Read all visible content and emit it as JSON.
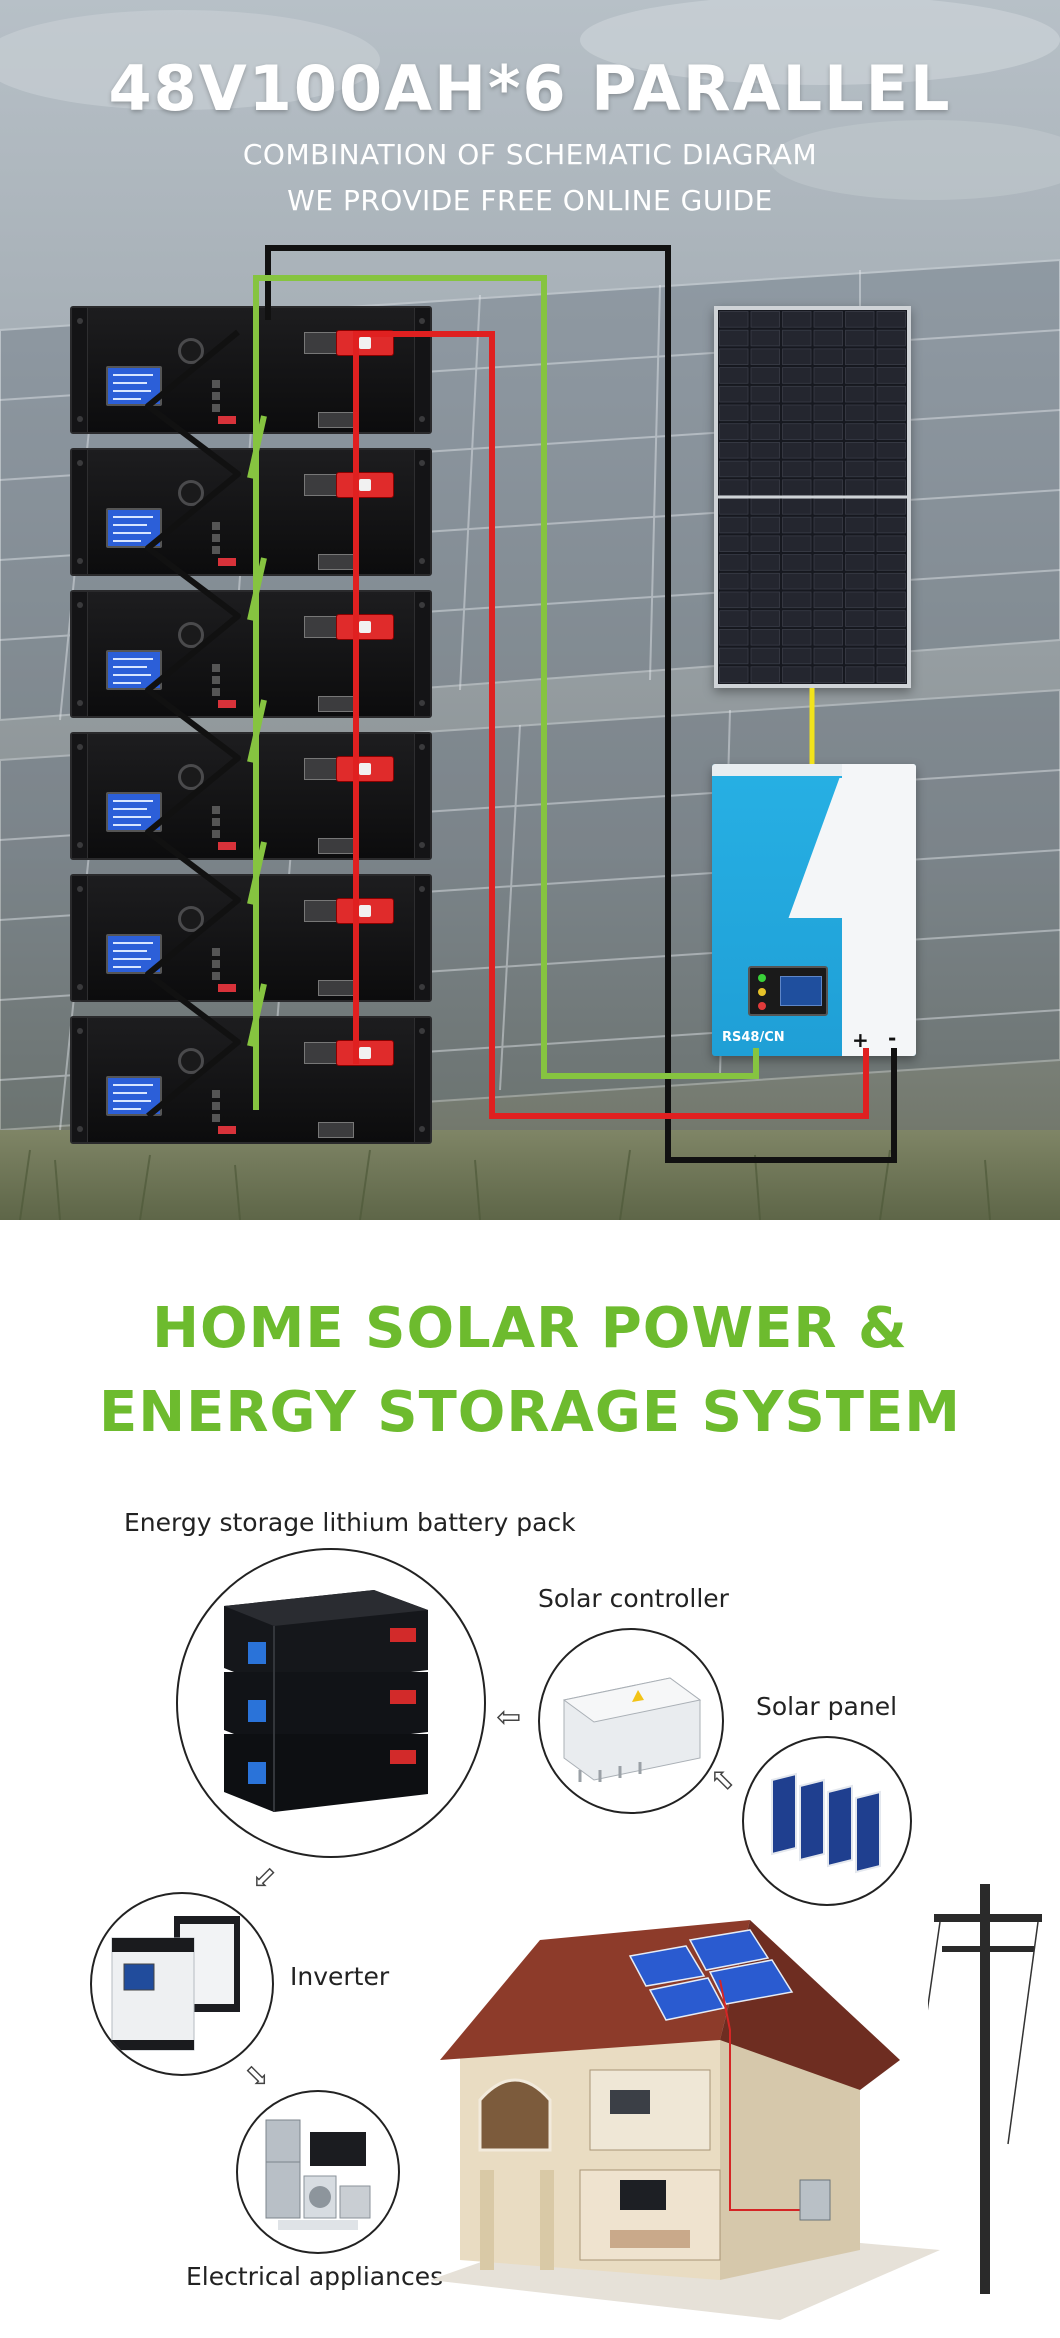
{
  "schematic": {
    "title": "48V100AH*6  PARALLEL",
    "subtitle_line1": "COMBINATION OF SCHEMATIC DIAGRAM",
    "subtitle_line2": "WE PROVIDE FREE ONLINE GUIDE",
    "battery_count": 6,
    "inverter_model": "RS48/CN",
    "inverter_plus": "+",
    "inverter_minus": "-",
    "colors": {
      "positive_wire": "#e02020",
      "negative_wire": "#111111",
      "communication_wire": "#86c440",
      "pv_wire": "#f2e31b"
    }
  },
  "system": {
    "title_line1": "HOME SOLAR POWER &",
    "title_line2": "ENERGY STORAGE SYSTEM",
    "labels": {
      "battery_pack": "Energy storage lithium battery pack",
      "solar_controller": "Solar controller",
      "solar_panel": "Solar panel",
      "inverter": "Inverter",
      "electrical_appliances": "Electrical appliances"
    },
    "title_color": "#6dbb2e"
  }
}
